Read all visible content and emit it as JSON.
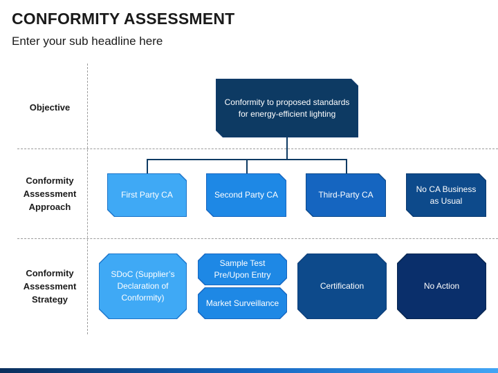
{
  "header": {
    "title": "CONFORMITY ASSESSMENT",
    "subtitle": "Enter your sub headline here"
  },
  "rows": {
    "objective": "Objective",
    "approach": "Conformity Assessment Approach",
    "strategy": "Conformity Assessment Strategy"
  },
  "objective_box": "Conformity to proposed standards for energy-efficient lighting",
  "approaches": [
    "First Party CA",
    "Second Party CA",
    "Third-Party CA",
    "No CA Business as Usual"
  ],
  "strategies": {
    "sdoc": "SDoC (Supplier’s Declaration of Conformity)",
    "sample_test": "Sample Test Pre/Upon Entry",
    "market_surveillance": "Market Surveillance",
    "certification": "Certification",
    "no_action": "No Action"
  },
  "colors": {
    "dark_navy": "#0d3a63",
    "light_blue": "#3fa9f5",
    "mid_blue": "#1e88e5",
    "royal_blue": "#1565c0",
    "deep_blue": "#0d4a8b",
    "darkest_blue": "#0a2f6b",
    "border": "#103a6b"
  }
}
